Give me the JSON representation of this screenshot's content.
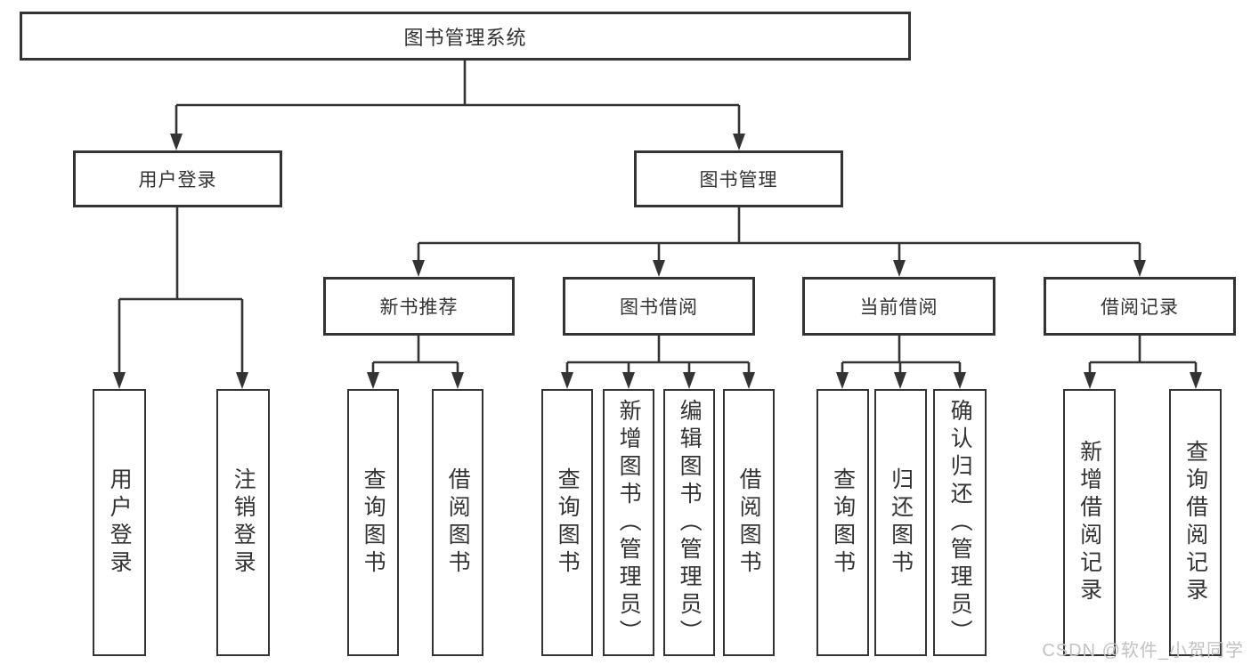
{
  "diagram": {
    "type": "hierarchy-tree",
    "nodes": {
      "root": "图书管理系统",
      "user_login": "用户登录",
      "book_mgmt": "图书管理",
      "new_book_rec": "新书推荐",
      "book_borrow": "图书借阅",
      "current_borrow": "当前借阅",
      "borrow_records": "借阅记录",
      "leaf_user_login": "用户登录",
      "leaf_logout": "注销登录",
      "leaf_rec_query_books": "查询图书",
      "leaf_rec_borrow_books": "借阅图书",
      "leaf_bb_query_books": "查询图书",
      "leaf_bb_add_books": "新增图书（管理员）",
      "leaf_bb_edit_books": "编辑图书（管理员）",
      "leaf_bb_borrow_books": "借阅图书",
      "leaf_cb_query_books": "查询图书",
      "leaf_cb_return_books": "归还图书",
      "leaf_cb_confirm_return": "确认归还（管理员）",
      "leaf_br_add_record": "新增借阅记录",
      "leaf_br_query_record": "查询借阅记录"
    },
    "edges": [
      [
        "图书管理系统",
        "用户登录"
      ],
      [
        "图书管理系统",
        "图书管理"
      ],
      [
        "用户登录",
        "用户登录"
      ],
      [
        "用户登录",
        "注销登录"
      ],
      [
        "图书管理",
        "新书推荐"
      ],
      [
        "图书管理",
        "图书借阅"
      ],
      [
        "图书管理",
        "当前借阅"
      ],
      [
        "图书管理",
        "借阅记录"
      ],
      [
        "新书推荐",
        "查询图书"
      ],
      [
        "新书推荐",
        "借阅图书"
      ],
      [
        "图书借阅",
        "查询图书"
      ],
      [
        "图书借阅",
        "新增图书（管理员）"
      ],
      [
        "图书借阅",
        "编辑图书（管理员）"
      ],
      [
        "图书借阅",
        "借阅图书"
      ],
      [
        "当前借阅",
        "查询图书"
      ],
      [
        "当前借阅",
        "归还图书"
      ],
      [
        "当前借阅",
        "确认归还（管理员）"
      ],
      [
        "借阅记录",
        "新增借阅记录"
      ],
      [
        "借阅记录",
        "查询借阅记录"
      ]
    ],
    "colors": {
      "line": "#333333",
      "text": "#333333",
      "box_fill": "#ffffff",
      "watermark": "#c2c2c2"
    }
  },
  "watermark": "CSDN @软件_小贺同学"
}
